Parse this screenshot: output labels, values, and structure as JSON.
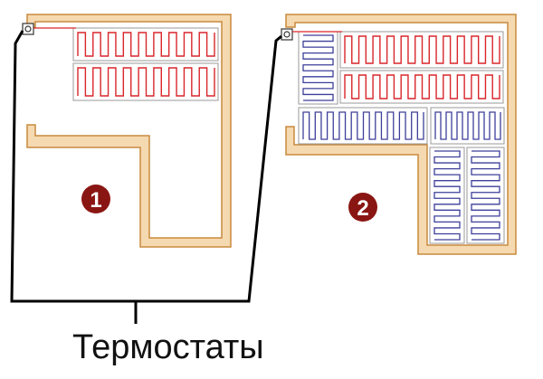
{
  "caption": "Термостаты",
  "rooms": [
    {
      "badge": "1",
      "heating_type": "cable",
      "mat_color": "#d9262b"
    },
    {
      "badge": "2",
      "heating_type": "cable-and-mats",
      "cable_color": "#d9262b",
      "mat_color": "#3d3f9a"
    }
  ],
  "colors": {
    "wall_fill": "#f5d9b0",
    "wall_stroke": "#c98a3e",
    "badge_fill": "#8a1613",
    "wire": "#000000",
    "mat_frame": "#9a9a9a"
  },
  "icons": [
    "thermostat-icon"
  ]
}
